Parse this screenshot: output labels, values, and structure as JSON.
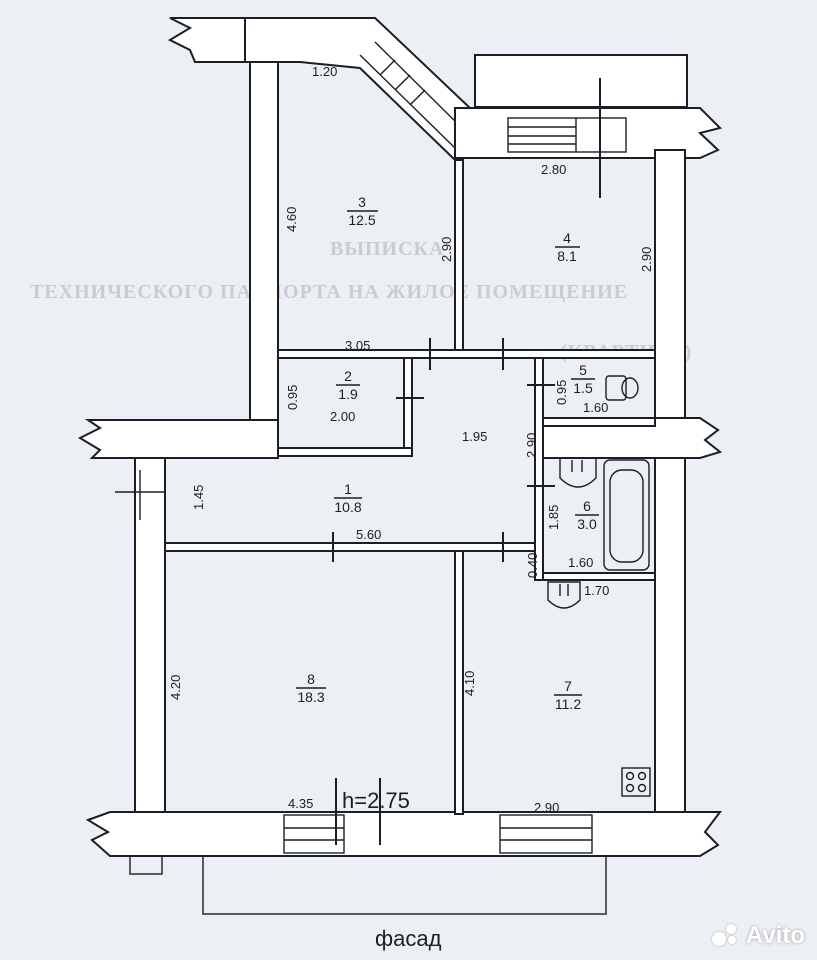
{
  "rooms": [
    {
      "number": "1",
      "area": "10.8"
    },
    {
      "number": "2",
      "area": "1.9"
    },
    {
      "number": "3",
      "area": "12.5"
    },
    {
      "number": "4",
      "area": "8.1"
    },
    {
      "number": "5",
      "area": "1.5"
    },
    {
      "number": "6",
      "area": "3.0"
    },
    {
      "number": "7",
      "area": "11.2"
    },
    {
      "number": "8",
      "area": "18.3"
    }
  ],
  "dimensions": {
    "d_1_20": "1.20",
    "d_4_60": "4.60",
    "d_2_80": "2.80",
    "d_2_90_room3": "2.90",
    "d_2_90_room4": "2.90",
    "d_3_05": "3.05",
    "d_0_95_room2": "0.95",
    "d_2_00": "2.00",
    "d_0_95_room5": "0.95",
    "d_1_60_room5": "1.60",
    "d_1_95": "1.95",
    "d_2_90_hall": "2.90",
    "d_1_45": "1.45",
    "d_5_60": "5.60",
    "d_1_85": "1.85",
    "d_1_60_room6": "1.60",
    "d_0_40": "0.40",
    "d_1_70": "1.70",
    "d_4_20": "4.20",
    "d_4_10": "4.10",
    "d_4_35": "4.35",
    "d_2_90_room7": "2.90"
  },
  "ceiling_height": "h=2.75",
  "facade_label": "фасад",
  "background_text": {
    "line1": "ВЫПИСКА",
    "line2": "ТЕХНИЧЕСКОГО ПАСПОРТА НА ЖИЛОЕ ПОМЕЩЕНИЕ",
    "line3": "(КВАРТИРУ)"
  },
  "watermark": "Avito"
}
